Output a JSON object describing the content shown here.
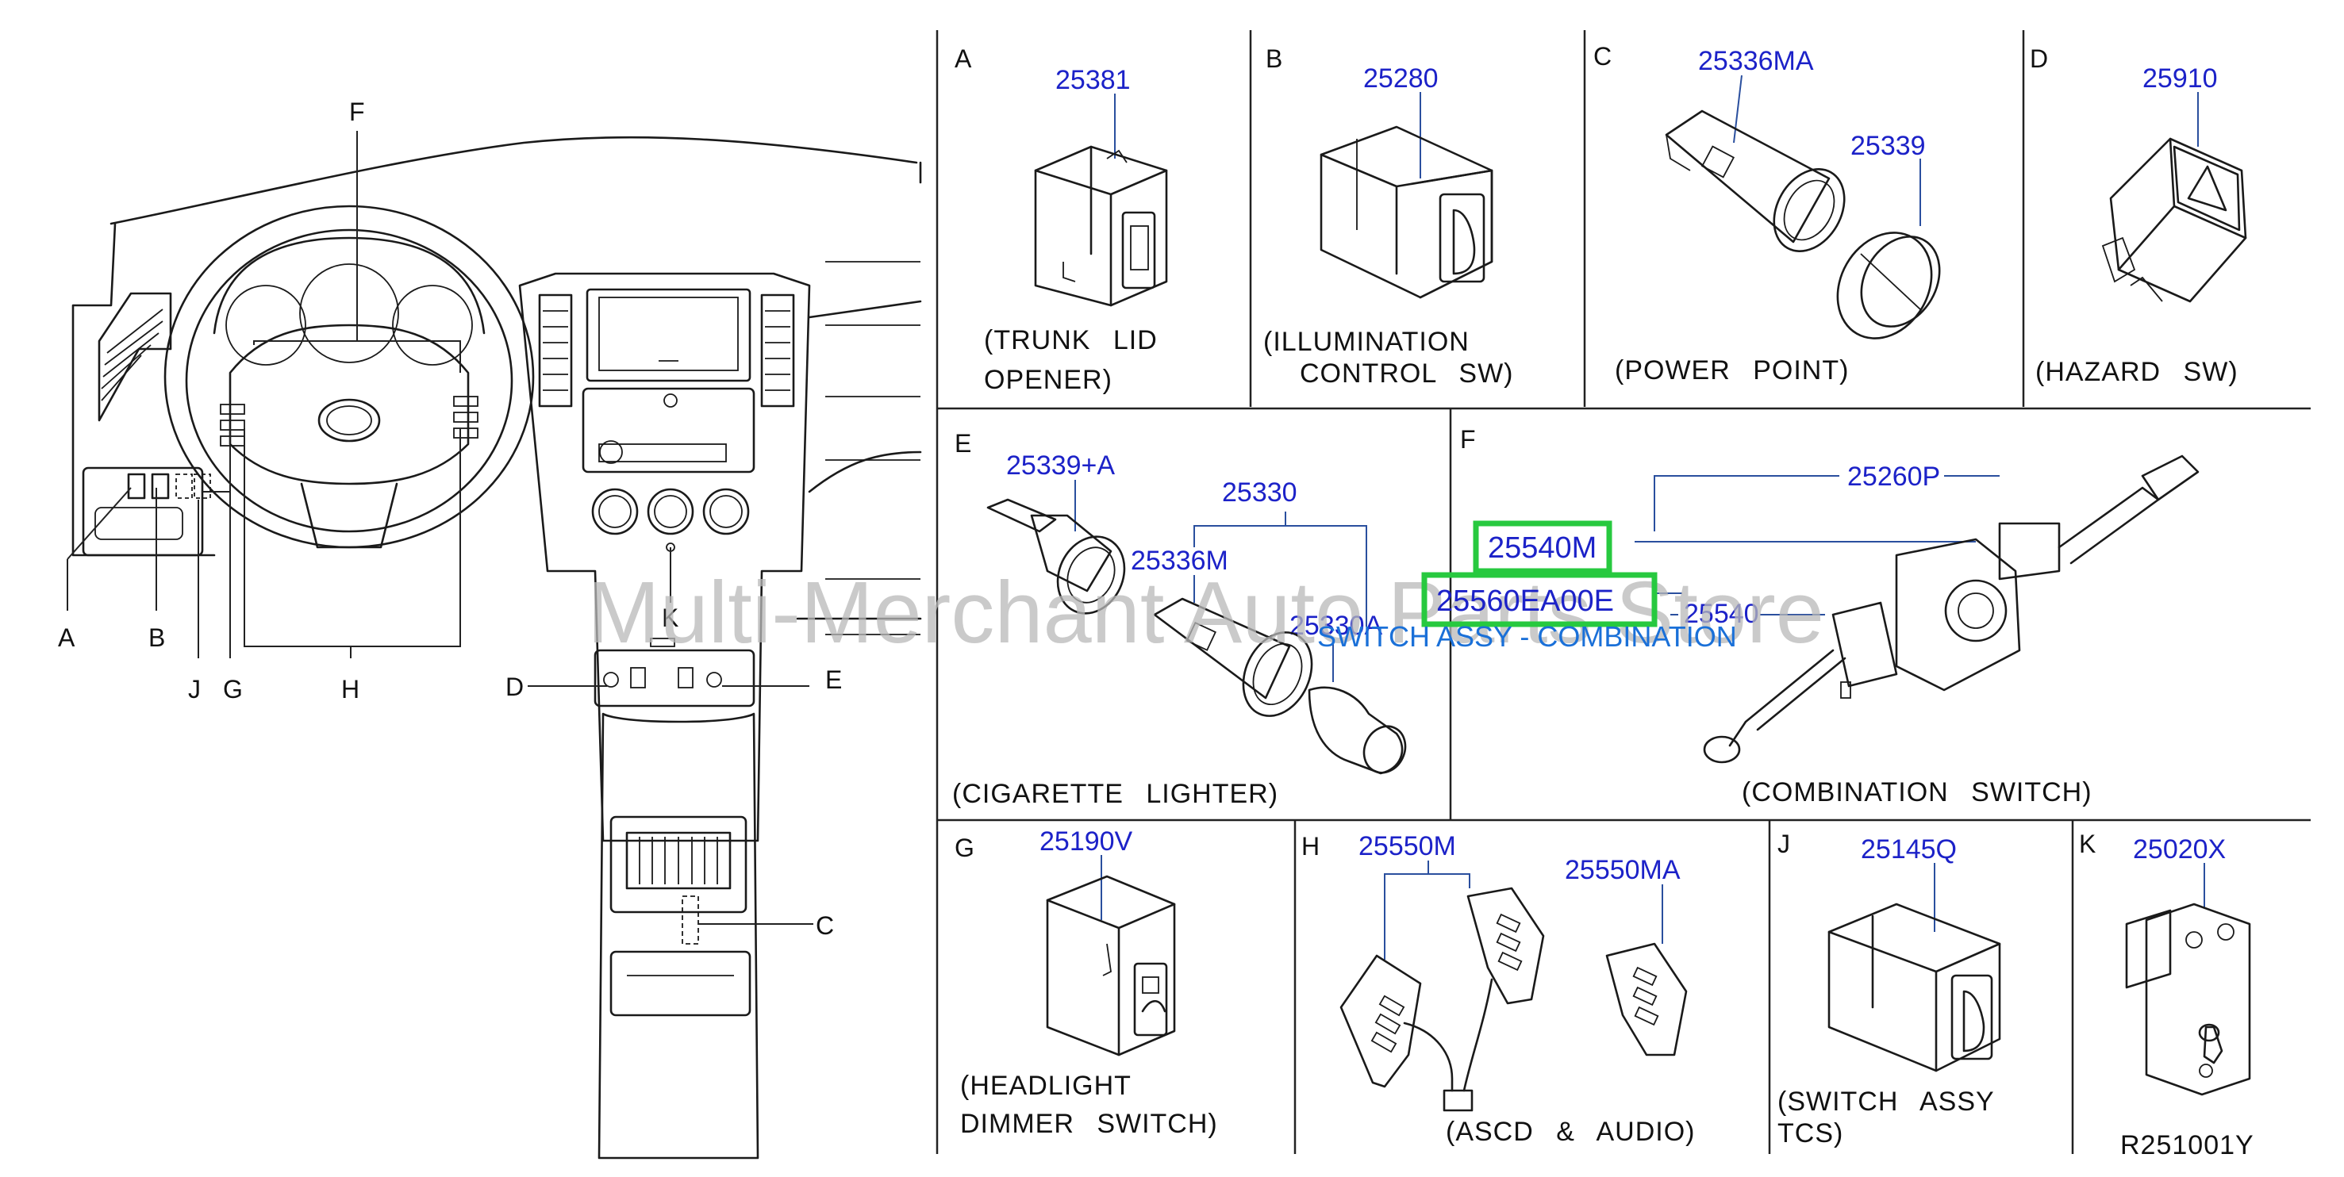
{
  "watermark": "Multi-Merchant Auto Parts Store",
  "diagram_code": "R251001Y",
  "overview_labels": {
    "A": "A",
    "B": "B",
    "C": "C",
    "D": "D",
    "E": "E",
    "F": "F",
    "G": "G",
    "H": "H",
    "J": "J",
    "K": "K"
  },
  "panels": {
    "A": {
      "letter": "A",
      "parts": [
        "25381"
      ],
      "caption": [
        "(TRUNK LID",
        "OPENER)"
      ]
    },
    "B": {
      "letter": "B",
      "parts": [
        "25280"
      ],
      "caption": [
        "(ILLUMINATION",
        "CONTROL SW)"
      ]
    },
    "C": {
      "letter": "C",
      "parts": [
        "25336MA",
        "25339"
      ],
      "caption": [
        "(POWER POINT)"
      ]
    },
    "D": {
      "letter": "D",
      "parts": [
        "25910"
      ],
      "caption": [
        "(HAZARD SW)"
      ]
    },
    "E": {
      "letter": "E",
      "parts": [
        "25339+A",
        "25330",
        "25336M",
        "25330A"
      ],
      "caption": [
        "(CIGARETTE LIGHTER)"
      ]
    },
    "F": {
      "letter": "F",
      "parts": [
        "25260P",
        "25540M",
        "25560EA00E",
        "25540"
      ],
      "caption": [
        "(COMBINATION SWITCH)"
      ],
      "highlight_description": "SWITCH ASSY - COMBINATION"
    },
    "G": {
      "letter": "G",
      "parts": [
        "25190V"
      ],
      "caption": [
        "(HEADLIGHT",
        "DIMMER SWITCH)"
      ]
    },
    "H": {
      "letter": "H",
      "parts": [
        "25550M",
        "25550MA"
      ],
      "caption": [
        "(ASCD & AUDIO)"
      ]
    },
    "J": {
      "letter": "J",
      "parts": [
        "25145Q"
      ],
      "caption": [
        "(SWITCH ASSY",
        "TCS)"
      ]
    },
    "K": {
      "letter": "K",
      "parts": [
        "25020X"
      ],
      "caption": []
    }
  },
  "colors": {
    "part_number": "#1c22c8",
    "highlight_box": "#27c93f",
    "description": "#1a70d8",
    "watermark": "#b9b9b9"
  }
}
